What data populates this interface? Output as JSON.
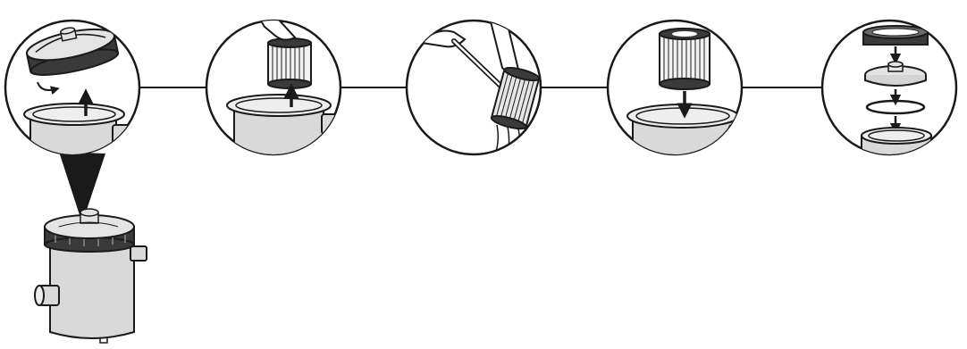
{
  "figure": {
    "type": "instruction-diagram",
    "colors": {
      "outline": "#1a1a1a",
      "housing_fill": "#d9d9d9",
      "lid_fill": "#e4e4e4",
      "lock_ring_fill": "#3a3a3a",
      "cartridge_fill": "#f2f2f2",
      "background": "#ffffff"
    },
    "steps": [
      {
        "id": "step-1",
        "icons": [
          "lock-ring-icon",
          "curved-arrow-icon",
          "up-arrow-icon",
          "filter-housing-icon"
        ]
      },
      {
        "id": "step-2",
        "icons": [
          "hand-icon",
          "filter-cartridge-icon",
          "up-arrow-icon",
          "filter-housing-icon"
        ]
      },
      {
        "id": "step-3",
        "icons": [
          "garden-hose-icon",
          "hand-icon",
          "filter-cartridge-icon",
          "water-spray-icon"
        ]
      },
      {
        "id": "step-4",
        "icons": [
          "filter-cartridge-icon",
          "down-arrow-icon",
          "filter-housing-icon"
        ]
      },
      {
        "id": "step-5",
        "icons": [
          "lock-ring-icon",
          "lid-icon",
          "o-ring-icon",
          "filter-housing-icon",
          "down-arrow-icon"
        ]
      }
    ],
    "overview_icon": "filter-pump-icon"
  }
}
